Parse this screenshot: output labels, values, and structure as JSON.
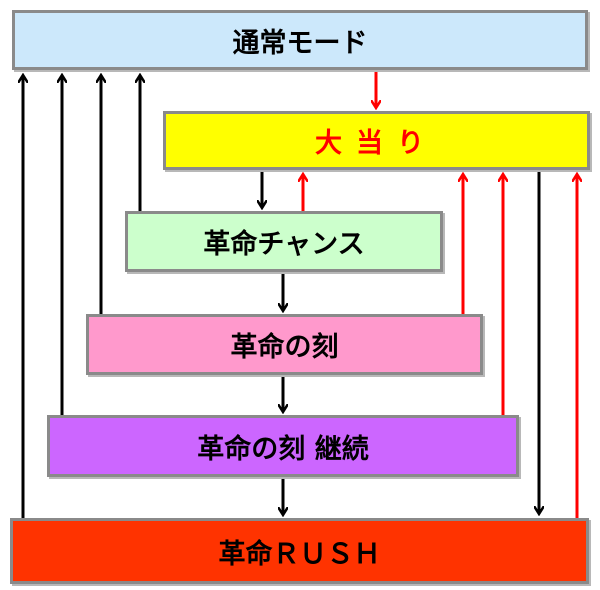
{
  "nodes": {
    "normal_mode": "通常モード",
    "big_win": "大当り",
    "revolution_chance": "革命チャンス",
    "revolution_toki": "革命の刻",
    "revolution_toki_continue": "革命の刻 継続",
    "revolution_rush": "革命ＲＵＳＨ"
  },
  "colors": {
    "normal_mode_bg": "#cce8fb",
    "big_win_bg": "#ffff00",
    "big_win_text": "#ff0000",
    "chance_bg": "#ccffcc",
    "toki_bg": "#ff99cc",
    "continue_bg": "#cc66ff",
    "rush_bg": "#ff3300",
    "arrow_black": "#000000",
    "arrow_red": "#ff0000"
  }
}
